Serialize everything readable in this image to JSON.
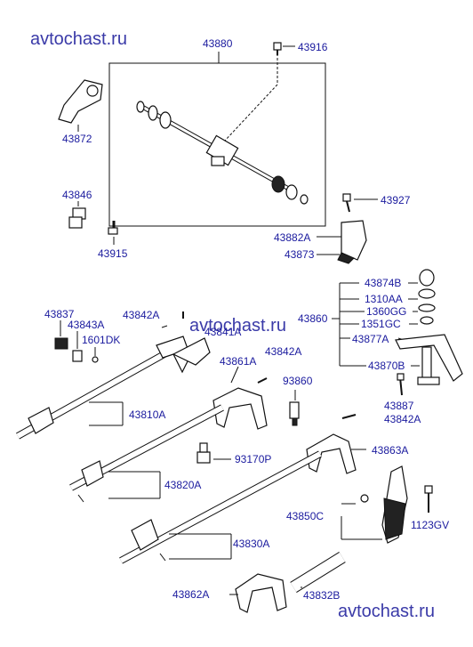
{
  "watermarks": {
    "top": "avtochast.ru",
    "middle": "avtochast.ru",
    "bottom": "avtochast.ru"
  },
  "labels": {
    "p43880": "43880",
    "p43916": "43916",
    "p43872": "43872",
    "p43846": "43846",
    "p43927": "43927",
    "p43915": "43915",
    "p43882A": "43882A",
    "p43873": "43873",
    "p43874B": "43874B",
    "p1310AA": "1310AA",
    "p1360GG": "1360GG",
    "p1351GC": "1351GC",
    "p43860": "43860",
    "p43877A": "43877A",
    "p43870B": "43870B",
    "p43887": "43887",
    "p43837": "43837",
    "p43843A": "43843A",
    "p1601DK": "1601DK",
    "p43842A_1": "43842A",
    "p43841A": "43841A",
    "p43861A": "43861A",
    "p43842A_2": "43842A",
    "p93860": "93860",
    "p43810A": "43810A",
    "p43842A_3": "43842A",
    "p43863A": "43863A",
    "p93170P": "93170P",
    "p43820A": "43820A",
    "p43850C": "43850C",
    "p1123GV": "1123GV",
    "p43830A": "43830A",
    "p43862A": "43862A",
    "p43832B": "43832B"
  }
}
